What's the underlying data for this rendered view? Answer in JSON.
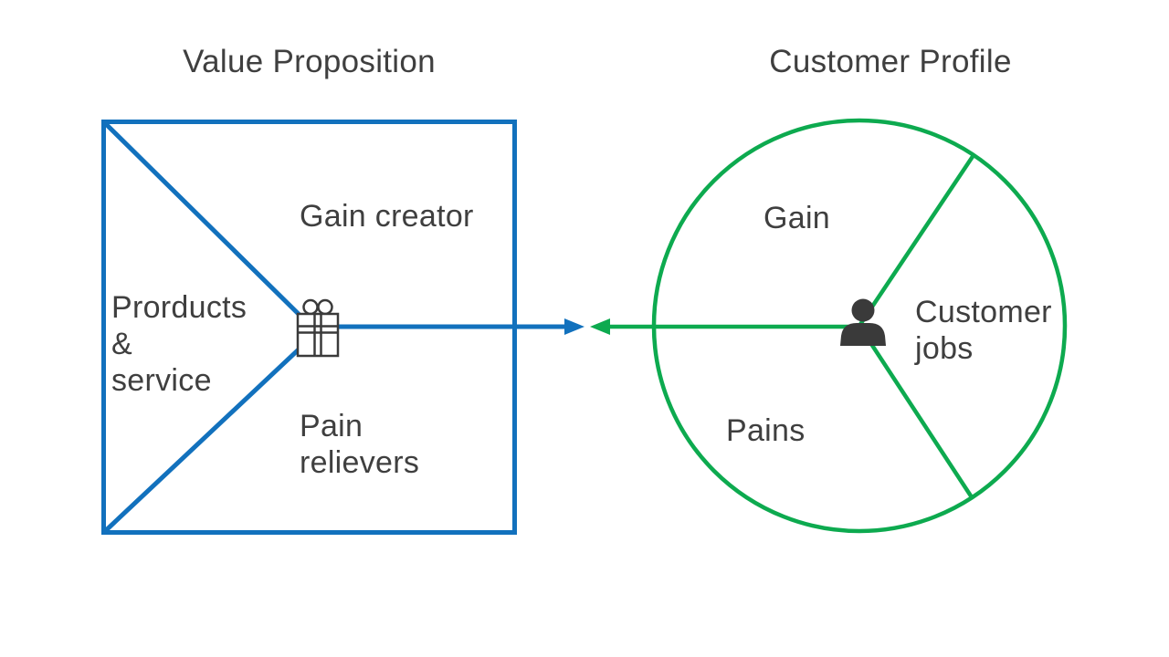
{
  "colors": {
    "blue": "#1271bd",
    "green": "#0daa4f",
    "text": "#3f3f3f",
    "icon_dark": "#3a3a3a",
    "background": "#ffffff"
  },
  "value_proposition": {
    "title": "Value Proposition",
    "gain_creator_label": "Gain creator",
    "products_service_label": "Prorducts\n&\nservice",
    "pain_relievers_label": "Pain\nrelievers",
    "center_icon": "gift-icon",
    "shape": "square"
  },
  "customer_profile": {
    "title": "Customer Profile",
    "gain_label": "Gain",
    "customer_jobs_label": "Customer\njobs",
    "pains_label": "Pains",
    "center_icon": "person-icon",
    "shape": "circle"
  },
  "connection": {
    "left_arrow_direction": "right",
    "right_arrow_direction": "left"
  }
}
